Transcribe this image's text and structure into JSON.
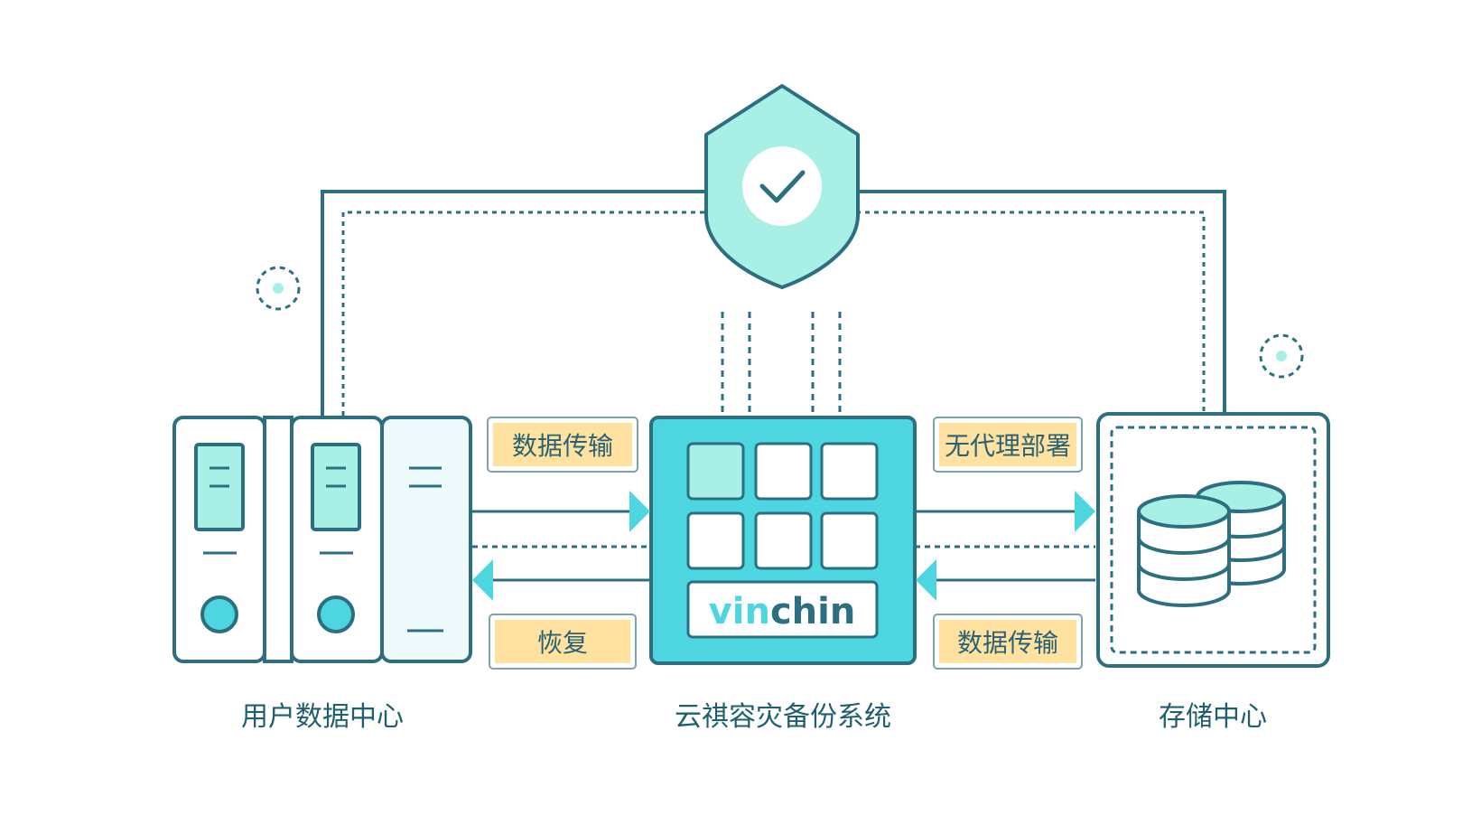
{
  "colors": {
    "stroke": "#2b6f80",
    "mint": "#a8f0e6",
    "teal": "#4dd6e0",
    "tag_fill": "#ffe1a0",
    "pale": "#eefafc",
    "text": "#1f5f6e"
  },
  "icons": {
    "top": "shield-check-icon",
    "left": "server-rack-icon",
    "center": "app-grid-icon",
    "right": "database-stack-icon"
  },
  "nodes": {
    "left_label": "用户数据中心",
    "center_label": "云祺容灾备份系统",
    "right_label": "存储中心"
  },
  "logo": {
    "text_light": "vin",
    "text_dark": "chin"
  },
  "tags": {
    "left_top": "数据传输",
    "left_bottom": "恢复",
    "right_top": "无代理部署",
    "right_bottom": "数据传输"
  }
}
